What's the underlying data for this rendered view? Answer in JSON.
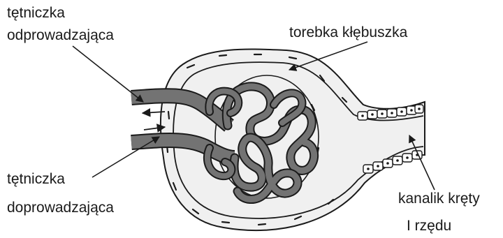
{
  "labels": {
    "efferent_line1": "tętniczka",
    "efferent_line2": "odprowadzająca",
    "capsule": "torebka kłębuszka",
    "afferent_line1": "tętniczka",
    "afferent_line2": "doprowadzająca",
    "tubule_line1": "kanalik kręty",
    "tubule_line2": "I rzędu"
  },
  "colors": {
    "capsule_fill": "#f0f0f0",
    "vessel_fill": "#737373",
    "outline": "#1a1a1a"
  }
}
